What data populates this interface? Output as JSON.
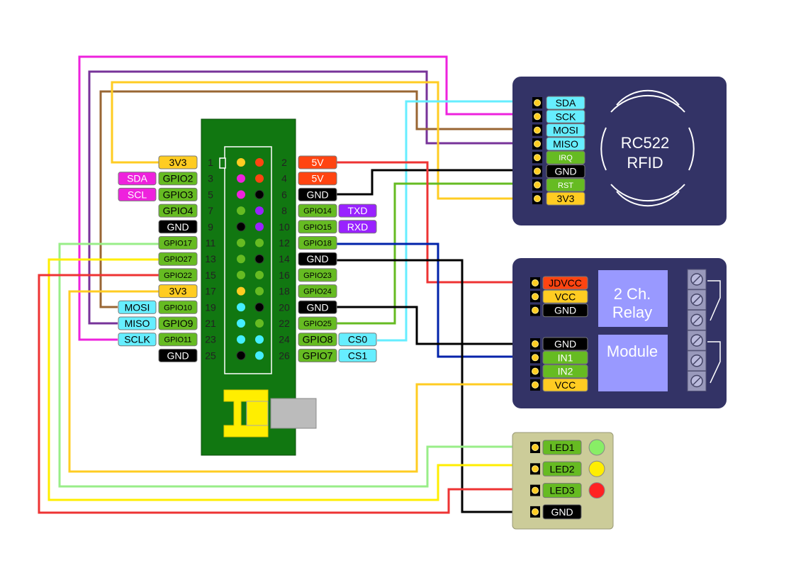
{
  "header": {
    "left": [
      {
        "pin": "1",
        "label": "3V3",
        "color": "#ffcc22",
        "text": "#000000",
        "small": false
      },
      {
        "pin": "3",
        "label": "GPIO2",
        "color": "#66bb22",
        "text": "#000000",
        "small": false,
        "func": "SDA",
        "func_color": "#ee22dd"
      },
      {
        "pin": "5",
        "label": "GPIO3",
        "color": "#66bb22",
        "text": "#000000",
        "small": false,
        "func": "SCL",
        "func_color": "#ee22dd"
      },
      {
        "pin": "7",
        "label": "GPIO4",
        "color": "#66bb22",
        "text": "#000000",
        "small": false
      },
      {
        "pin": "9",
        "label": "GND",
        "color": "#000000",
        "text": "#ffffff",
        "small": false
      },
      {
        "pin": "11",
        "label": "GPIO17",
        "color": "#66bb22",
        "text": "#000000",
        "small": true
      },
      {
        "pin": "13",
        "label": "GPIO27",
        "color": "#66bb22",
        "text": "#000000",
        "small": true
      },
      {
        "pin": "15",
        "label": "GPIO22",
        "color": "#66bb22",
        "text": "#000000",
        "small": true
      },
      {
        "pin": "17",
        "label": "3V3",
        "color": "#ffcc22",
        "text": "#000000",
        "small": false
      },
      {
        "pin": "19",
        "label": "GPIO10",
        "color": "#66bb22",
        "text": "#000000",
        "small": true,
        "func": "MOSI",
        "func_color": "#66eeff"
      },
      {
        "pin": "21",
        "label": "GPIO9",
        "color": "#66bb22",
        "text": "#000000",
        "small": false,
        "func": "MISO",
        "func_color": "#66eeff"
      },
      {
        "pin": "23",
        "label": "GPIO11",
        "color": "#66bb22",
        "text": "#000000",
        "small": true,
        "func": "SCLK",
        "func_color": "#66eeff"
      },
      {
        "pin": "25",
        "label": "GND",
        "color": "#000000",
        "text": "#ffffff",
        "small": false
      }
    ],
    "right": [
      {
        "pin": "2",
        "label": "5V",
        "color": "#ff4411",
        "text": "#ffffff",
        "small": false
      },
      {
        "pin": "4",
        "label": "5V",
        "color": "#ff4411",
        "text": "#ffffff",
        "small": false
      },
      {
        "pin": "6",
        "label": "GND",
        "color": "#000000",
        "text": "#ffffff",
        "small": false
      },
      {
        "pin": "8",
        "label": "GPIO14",
        "color": "#66bb22",
        "text": "#000000",
        "small": true,
        "func": "TXD",
        "func_color": "#9922ff"
      },
      {
        "pin": "10",
        "label": "GPIO15",
        "color": "#66bb22",
        "text": "#000000",
        "small": true,
        "func": "RXD",
        "func_color": "#9922ff"
      },
      {
        "pin": "12",
        "label": "GPIO18",
        "color": "#66bb22",
        "text": "#000000",
        "small": true
      },
      {
        "pin": "14",
        "label": "GND",
        "color": "#000000",
        "text": "#ffffff",
        "small": false
      },
      {
        "pin": "16",
        "label": "GPIO23",
        "color": "#66bb22",
        "text": "#000000",
        "small": true
      },
      {
        "pin": "18",
        "label": "GPIO24",
        "color": "#66bb22",
        "text": "#000000",
        "small": true
      },
      {
        "pin": "20",
        "label": "GND",
        "color": "#000000",
        "text": "#ffffff",
        "small": false
      },
      {
        "pin": "22",
        "label": "GPIO25",
        "color": "#66bb22",
        "text": "#000000",
        "small": true
      },
      {
        "pin": "24",
        "label": "GPIO8",
        "color": "#66bb22",
        "text": "#000000",
        "small": false,
        "func": "CS0",
        "func_color": "#66eeff"
      },
      {
        "pin": "26",
        "label": "GPIO7",
        "color": "#66bb22",
        "text": "#000000",
        "small": false,
        "func": "CS1",
        "func_color": "#66eeff"
      }
    ],
    "pin_colors_left": [
      "#ffcc22",
      "#ee22dd",
      "#ee22dd",
      "#66bb22",
      "#000000",
      "#66bb22",
      "#66bb22",
      "#66bb22",
      "#ffcc22",
      "#44eeff",
      "#44eeff",
      "#44eeff",
      "#000000"
    ],
    "pin_colors_right": [
      "#ff4411",
      "#ff4411",
      "#000000",
      "#9922ff",
      "#9922ff",
      "#66bb22",
      "#000000",
      "#66bb22",
      "#66bb22",
      "#000000",
      "#66bb22",
      "#44eeff",
      "#44eeff"
    ]
  },
  "rfid": {
    "title_line1": "RC522",
    "title_line2": "RFID",
    "pins": [
      {
        "label": "SDA",
        "color": "#66eeff",
        "text": "#000000",
        "small": false
      },
      {
        "label": "SCK",
        "color": "#66eeff",
        "text": "#000000",
        "small": false
      },
      {
        "label": "MOSI",
        "color": "#66eeff",
        "text": "#000000",
        "small": false
      },
      {
        "label": "MISO",
        "color": "#66eeff",
        "text": "#000000",
        "small": false
      },
      {
        "label": "IRQ",
        "color": "#66bb22",
        "text": "#ffffff",
        "small": true
      },
      {
        "label": "GND",
        "color": "#000000",
        "text": "#ffffff",
        "small": false
      },
      {
        "label": "RST",
        "color": "#66bb22",
        "text": "#ffffff",
        "small": true
      },
      {
        "label": "3V3",
        "color": "#ffcc22",
        "text": "#000000",
        "small": false
      }
    ]
  },
  "relay": {
    "title_line1": "2 Ch.",
    "title_line2": "Relay",
    "title_line3": "Module",
    "top_pins": [
      {
        "label": "JDVCC",
        "color": "#ff4411",
        "text": "#000000",
        "small": false
      },
      {
        "label": "VCC",
        "color": "#ffcc22",
        "text": "#000000",
        "small": false
      },
      {
        "label": "GND",
        "color": "#000000",
        "text": "#ffffff",
        "small": false
      }
    ],
    "bottom_pins": [
      {
        "label": "GND",
        "color": "#000000",
        "text": "#ffffff",
        "small": false
      },
      {
        "label": "IN1",
        "color": "#66bb22",
        "text": "#ffffff",
        "small": false
      },
      {
        "label": "IN2",
        "color": "#66bb22",
        "text": "#ffffff",
        "small": false
      },
      {
        "label": "VCC",
        "color": "#ffcc22",
        "text": "#000000",
        "small": false
      }
    ]
  },
  "leds": {
    "pins": [
      {
        "label": "LED1",
        "color": "#66bb22",
        "text": "#000000",
        "led_color": "#88ee66"
      },
      {
        "label": "LED2",
        "color": "#66bb22",
        "text": "#000000",
        "led_color": "#ffee00"
      },
      {
        "label": "LED3",
        "color": "#66bb22",
        "text": "#000000",
        "led_color": "#ff2222"
      },
      {
        "label": "GND",
        "color": "#000000",
        "text": "#ffffff",
        "led_color": ""
      }
    ]
  },
  "colors": {
    "board": "#117711",
    "module_bg": "#333366",
    "module_panel": "#9999ff",
    "led_board": "#cccc99"
  }
}
